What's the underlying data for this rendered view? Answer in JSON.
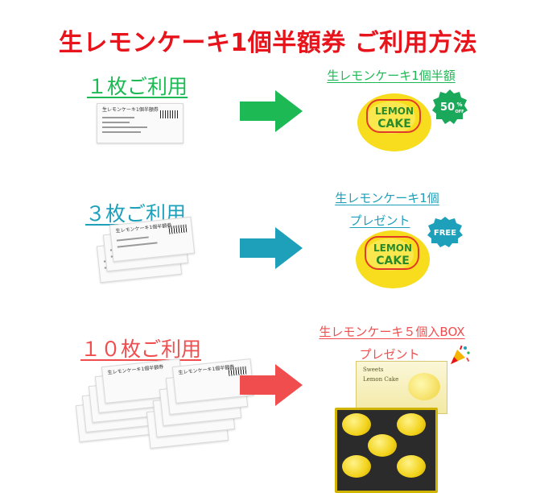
{
  "page": {
    "title": "生レモンケーキ1個半額券 ご利用方法",
    "title_color": "#e8141c"
  },
  "tiers": [
    {
      "use_label": "１枚ご利用",
      "color": "#1db954",
      "reward_lines": [
        "生レモンケーキ1個半額"
      ],
      "badge": {
        "main": "50",
        "unit": "%",
        "sub": "OFF"
      }
    },
    {
      "use_label": "３枚ご利用",
      "color": "#1e9fba",
      "reward_lines": [
        "生レモンケーキ1個",
        "プレゼント"
      ],
      "badge": {
        "main": "FREE"
      }
    },
    {
      "use_label": "１０枚ご利用",
      "color": "#f04e4e",
      "reward_lines": [
        "生レモンケーキ５個入BOX",
        "プレゼント"
      ]
    }
  ],
  "ticket": {
    "text": "生レモンケーキ1個半額券"
  },
  "cake": {
    "line1": "LEMON",
    "line2": "CAKE"
  },
  "box": {
    "lid_text_1": "Sweets",
    "lid_text_2": "Lemon Cake"
  },
  "icons": {
    "arrow": "right-arrow-icon",
    "party": "party-popper-icon"
  }
}
